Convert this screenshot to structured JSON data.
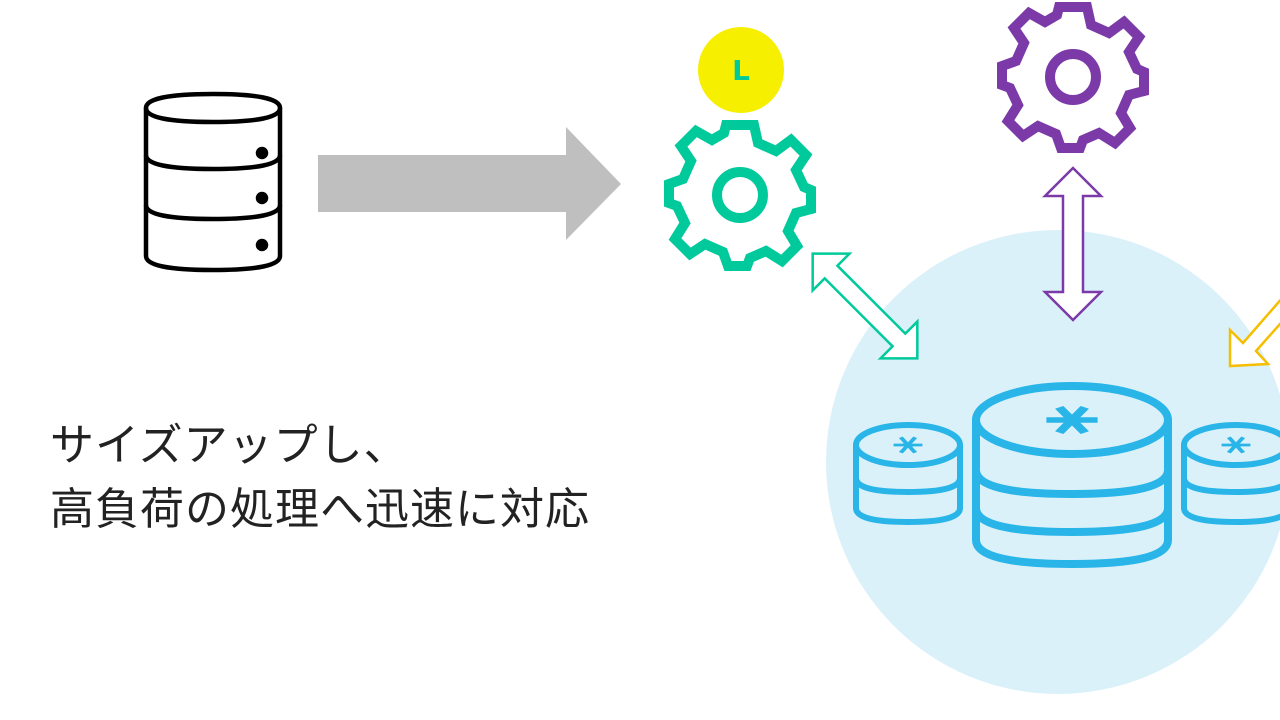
{
  "caption": {
    "line1": "サイズアップし、",
    "line2": "高負荷の処理へ迅速に対応"
  },
  "size_badge": {
    "label": "L"
  },
  "icons": {
    "source": "database-icon",
    "transfer": "right-arrow-icon",
    "warehouse_large": "gear-icon",
    "warehouse_other": "gear-icon",
    "storage": "snowflake-database-icon"
  },
  "colors": {
    "green": "#00c99b",
    "purple": "#7b3aa7",
    "orange": "#f5be00",
    "yellow_badge": "#f7ef00",
    "blue": "#29b5e8",
    "circle": "#dbf1fa",
    "gray_arrow": "#bfbfbf"
  }
}
